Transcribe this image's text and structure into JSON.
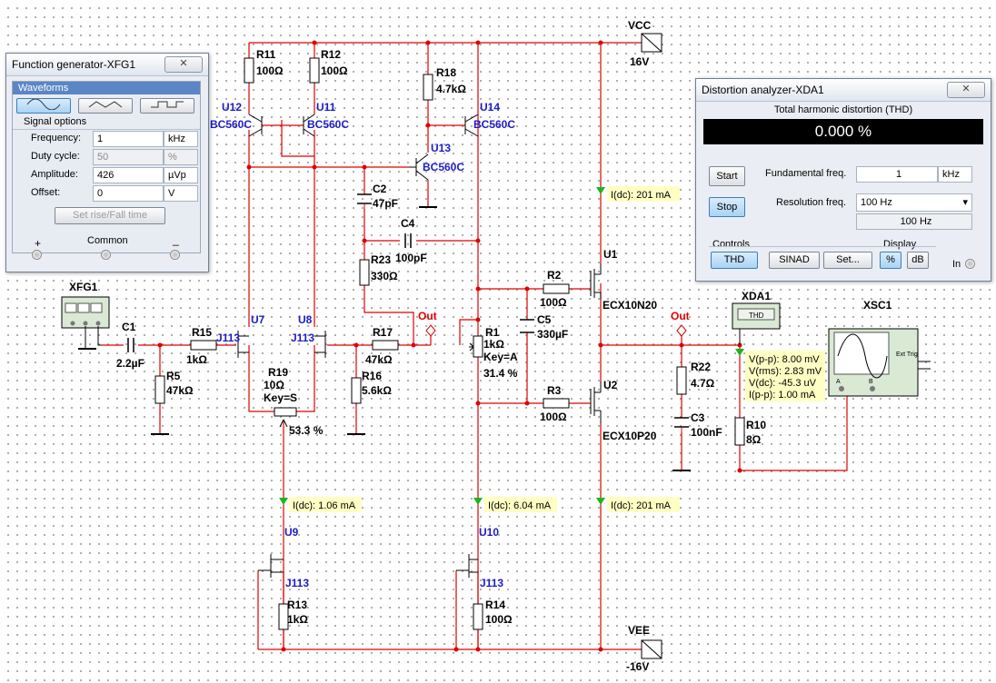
{
  "schematic": {
    "vcc": {
      "name": "VCC",
      "value": "16V"
    },
    "vee": {
      "name": "VEE",
      "value": "-16V"
    },
    "resistors": [
      {
        "name": "R11",
        "value": "100Ω"
      },
      {
        "name": "R12",
        "value": "100Ω"
      },
      {
        "name": "R18",
        "value": "4.7kΩ"
      },
      {
        "name": "R23",
        "value": "330Ω"
      },
      {
        "name": "R15",
        "value": "1kΩ"
      },
      {
        "name": "R5",
        "value": "47kΩ"
      },
      {
        "name": "R17",
        "value": "47kΩ"
      },
      {
        "name": "R16",
        "value": "5.6kΩ"
      },
      {
        "name": "R2",
        "value": "100Ω"
      },
      {
        "name": "R3",
        "value": "100Ω"
      },
      {
        "name": "R22",
        "value": "4.7Ω"
      },
      {
        "name": "R10",
        "value": "8Ω"
      },
      {
        "name": "R13",
        "value": "1kΩ"
      },
      {
        "name": "R14",
        "value": "100Ω"
      }
    ],
    "potentiometers": [
      {
        "name": "R19",
        "value": "10Ω",
        "key": "Key=S",
        "setting": "53.3 %"
      },
      {
        "name": "R1",
        "value": "1kΩ",
        "key": "Key=A",
        "setting": "31.4 %"
      }
    ],
    "capacitors": [
      {
        "name": "C1",
        "value": "2.2µF"
      },
      {
        "name": "C2",
        "value": "47pF"
      },
      {
        "name": "C4",
        "value": "100pF"
      },
      {
        "name": "C5",
        "value": "330µF"
      },
      {
        "name": "C3",
        "value": "100nF"
      }
    ],
    "transistors": [
      {
        "name": "U12",
        "part": "BC560C"
      },
      {
        "name": "U11",
        "part": "BC560C"
      },
      {
        "name": "U14",
        "part": "BC560C"
      },
      {
        "name": "U13",
        "part": "BC560C"
      },
      {
        "name": "U7",
        "part": "J113"
      },
      {
        "name": "U8",
        "part": "J113"
      },
      {
        "name": "U9",
        "part": "J113"
      },
      {
        "name": "U10",
        "part": "J113"
      },
      {
        "name": "U1",
        "part": "ECX10N20"
      },
      {
        "name": "U2",
        "part": "ECX10P20"
      }
    ],
    "instruments": {
      "fg": "XFG1",
      "da": "XDA1",
      "scope": "XSC1",
      "thd_label": "THD"
    },
    "out_label": "Out",
    "probes": [
      "I(dc): 201 mA",
      "I(dc): 1.06 mA",
      "I(dc): 6.04 mA",
      "I(dc): 201 mA"
    ],
    "probe_out": [
      "V(p-p): 8.00 mV",
      "V(rms): 2.83 mV",
      "V(dc): -45.3 uV",
      "I(p-p): 1.00 mA"
    ],
    "scope_labels": {
      "ext": "Ext Trig",
      "a": "A",
      "b": "B"
    },
    "colors": {
      "wire": "#e00000",
      "component_label": "#1c1cc8",
      "probe_bg": "#ffffc4",
      "probe_arrow": "#1fb31f"
    }
  },
  "function_generator": {
    "title": "Function generator-XFG1",
    "close_label": "✕",
    "waveforms_label": "Waveforms",
    "signal_options_label": "Signal options",
    "frequency": {
      "label": "Frequency:",
      "value": "1",
      "unit": "kHz"
    },
    "duty_cycle": {
      "label": "Duty cycle:",
      "value": "50",
      "unit": "%"
    },
    "amplitude": {
      "label": "Amplitude:",
      "value": "426",
      "unit": "µVp"
    },
    "offset": {
      "label": "Offset:",
      "value": "0",
      "unit": "V"
    },
    "rise_fall_button": "Set rise/Fall time",
    "terminals": {
      "plus": "+",
      "common": "Common",
      "minus": "_"
    }
  },
  "distortion_analyzer": {
    "title": "Distortion analyzer-XDA1",
    "close_label": "✕",
    "thd_header": "Total harmonic distortion (THD)",
    "thd_value": "0.000 %",
    "start_button": "Start",
    "stop_button": "Stop",
    "fundamental_label": "Fundamental freq.",
    "fundamental_value": "1",
    "fundamental_unit": "kHz",
    "resolution_label": "Resolution freq.",
    "resolution_value": "100 Hz",
    "resolution_readout": "100 Hz",
    "controls_label": "Controls",
    "display_label": "Display",
    "thd_button": "THD",
    "sinad_button": "SINAD",
    "set_button": "Set...",
    "percent_button": "%",
    "db_button": "dB",
    "in_label": "In"
  }
}
